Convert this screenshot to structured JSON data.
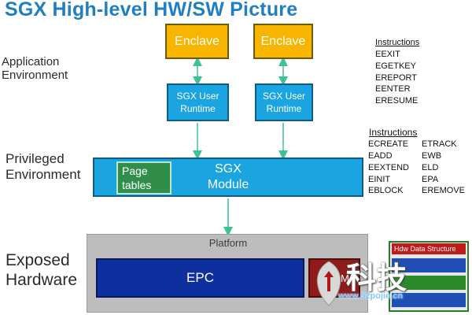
{
  "title": "SGX High-level HW/SW Picture",
  "environments": {
    "application": [
      "Application",
      "Environment"
    ],
    "privileged": [
      "Privileged",
      "Environment"
    ],
    "hardware": [
      "Exposed",
      "Hardware"
    ]
  },
  "enclaves": [
    "Enclave",
    "Enclave"
  ],
  "runtimes": [
    [
      "SGX User",
      "Runtime"
    ],
    [
      "SGX User",
      "Runtime"
    ]
  ],
  "sgx_module": {
    "label": [
      "SGX",
      "Module"
    ],
    "page_tables": [
      "Page",
      "tables"
    ]
  },
  "platform": {
    "label": "Platform",
    "epc": "EPC",
    "epcm": "EPCM"
  },
  "user_instructions": {
    "heading": "Instructions",
    "items": [
      "EEXIT",
      "EGETKEY",
      "EREPORT",
      "EENTER",
      "ERESUME"
    ]
  },
  "privileged_instructions": {
    "heading": "Instructions",
    "col1": [
      "ECREATE",
      "EADD",
      "EEXTEND",
      "EINIT",
      "EBLOCK"
    ],
    "col2": [
      "ETRACK",
      "EWB",
      "ELD",
      "EPA",
      "EREMOVE"
    ]
  },
  "hdw_panel": {
    "header": "Hdw Data Structure"
  },
  "watermark": {
    "text": "科技",
    "sub": "www.52pojie.cn"
  },
  "colors": {
    "title": "#1f7fc1",
    "enclave": "#f7b500",
    "runtime": "#1aa4e0",
    "page_tables": "#2f8f4a",
    "platform": "#bdbdbd",
    "epc": "#0e2f9e",
    "epcm": "#8e1a1a",
    "arrow": "#3fbf9c"
  }
}
